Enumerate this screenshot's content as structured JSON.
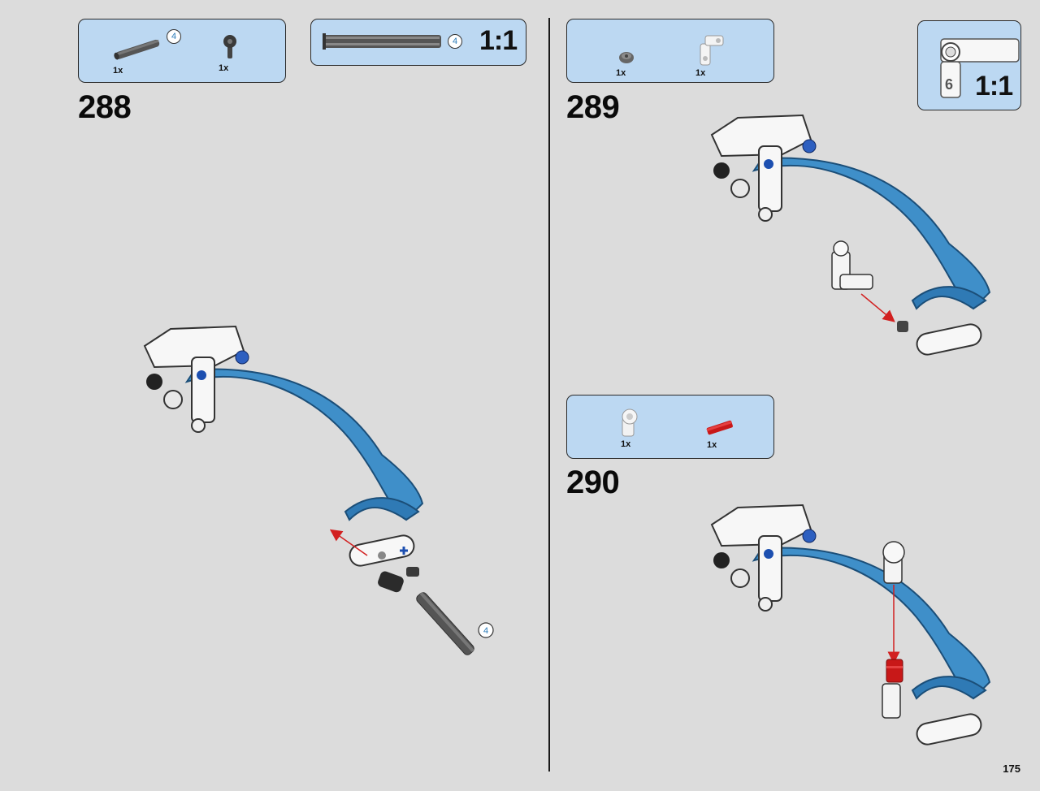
{
  "page_number": "175",
  "scale_label": "1:1",
  "steps": [
    {
      "number": "288",
      "parts": [
        {
          "icon": "axle-4-icon",
          "qty": "1x",
          "badge": "4"
        },
        {
          "icon": "pin-connector-icon",
          "qty": "1x"
        }
      ],
      "scale_badge": "4",
      "callout_badge": "4"
    },
    {
      "number": "289",
      "parts": [
        {
          "icon": "bush-icon",
          "qty": "1x"
        },
        {
          "icon": "angle-connector-icon",
          "qty": "1x"
        }
      ],
      "scale_connector_label": "6"
    },
    {
      "number": "290",
      "parts": [
        {
          "icon": "axle-connector-icon",
          "qty": "1x"
        },
        {
          "icon": "red-axle-icon",
          "qty": "1x"
        }
      ]
    }
  ],
  "colors": {
    "callout_bg": "#bcd8f2",
    "arm_blue": "#3f8fc9",
    "arrow_red": "#d22020",
    "page_bg": "#dcdcdc"
  }
}
